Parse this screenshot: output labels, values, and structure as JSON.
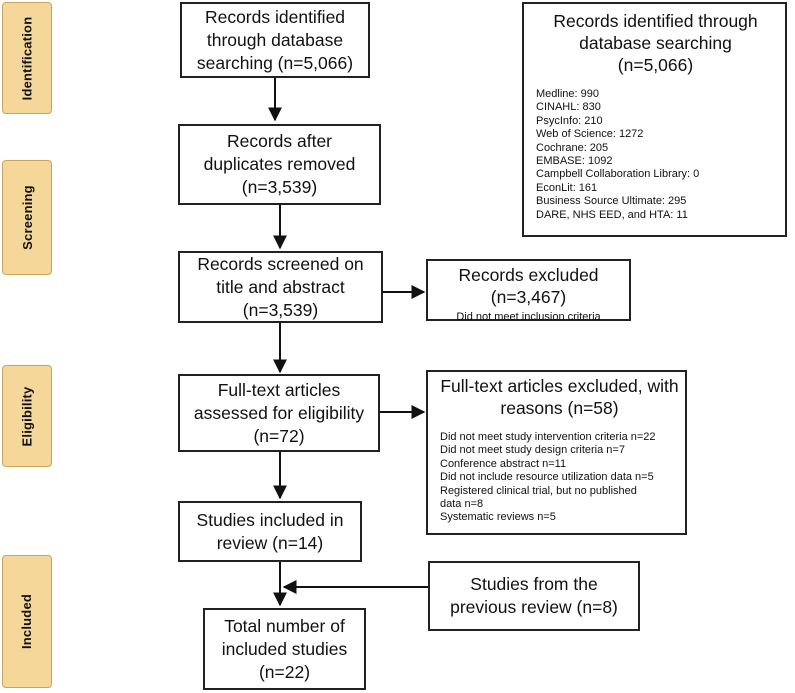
{
  "phases": {
    "identification": "Identification",
    "screening": "Screening",
    "eligibility": "Eligibility",
    "included": "Included"
  },
  "boxes": {
    "identified": {
      "lines": [
        "Records identified",
        "through database",
        "searching (n=5,066)"
      ]
    },
    "database_detail": {
      "title_lines": [
        "Records identified through",
        "database searching",
        "(n=5,066)"
      ],
      "sources": [
        "Medline: 990",
        "CINAHL: 830",
        "PsycInfo: 210",
        "Web of Science: 1272",
        "Cochrane: 205",
        "EMBASE: 1092",
        "Campbell Collaboration Library: 0",
        "EconLit: 161",
        "Business Source Ultimate: 295",
        "DARE, NHS EED, and HTA: 11"
      ]
    },
    "after_duplicates": {
      "lines": [
        "Records after",
        "duplicates removed",
        "(n=3,539)"
      ]
    },
    "screened": {
      "lines": [
        "Records screened on",
        "title and abstract",
        "(n=3,539)"
      ]
    },
    "excluded": {
      "title_lines": [
        "Records excluded",
        "(n=3,467)"
      ],
      "reason": "Did not meet inclusion criteria"
    },
    "fulltext": {
      "lines": [
        "Full-text articles",
        "assessed for eligibility",
        "(n=72)"
      ]
    },
    "fulltext_excluded": {
      "title_lines": [
        "Full-text articles excluded, with",
        "reasons (n=58)"
      ],
      "reasons": [
        "Did not meet study intervention criteria n=22",
        "Did not meet study design criteria n=7",
        "Conference abstract n=11",
        "Did not include resource utilization data n=5",
        "Registered clinical trial, but no published",
        "data n=8",
        "Systematic reviews n=5"
      ]
    },
    "included_review": {
      "lines": [
        "Studies included in",
        "review (n=14)"
      ]
    },
    "previous_review": {
      "lines": [
        "Studies from the",
        "previous review (n=8)"
      ]
    },
    "total": {
      "lines": [
        "Total number of",
        "included studies",
        "(n=22)"
      ]
    }
  }
}
